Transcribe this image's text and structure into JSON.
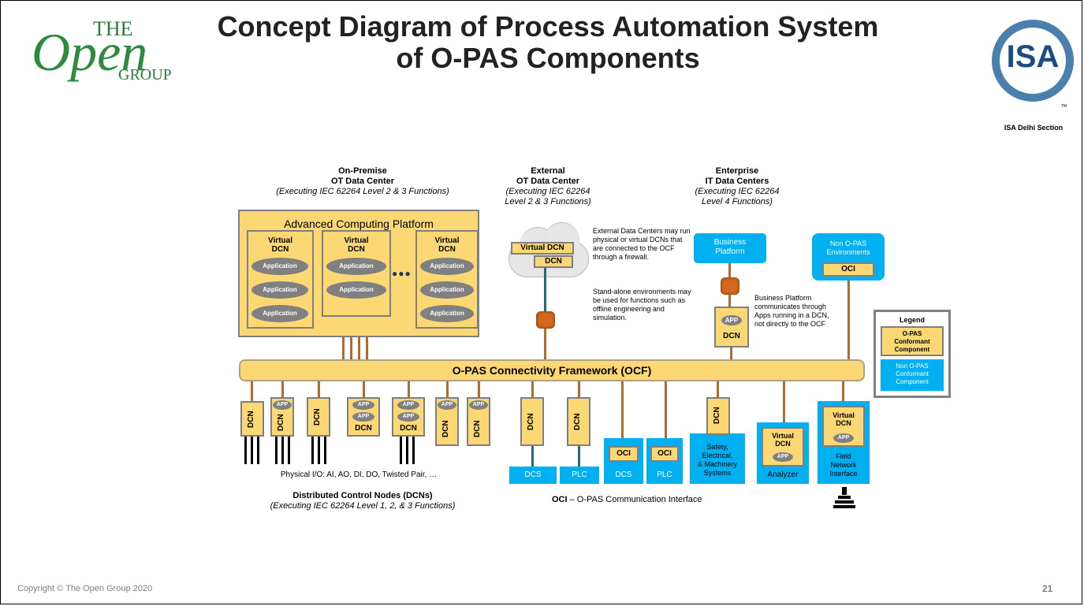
{
  "logo_left": {
    "the": "THE",
    "open": "Open",
    "group": "GROUP"
  },
  "logo_right": {
    "text": "ISA",
    "caption": "ISA Delhi Section",
    "tm": "TM"
  },
  "title": {
    "line1": "Concept Diagram of Process Automation System",
    "line2": "of O-PAS Components"
  },
  "headers": {
    "onprem": {
      "l1": "On-Premise",
      "l2": "OT Data Center",
      "l3": "(Executing IEC 62264 Level 2 & 3 Functions)"
    },
    "external": {
      "l1": "External",
      "l2": "OT Data Center",
      "l3": "(Executing IEC 62264",
      "l4": "Level 2 & 3 Functions)"
    },
    "enterprise": {
      "l1": "Enterprise",
      "l2": "IT Data Centers",
      "l3": "(Executing IEC 62264",
      "l4": "Level 4 Functions)"
    }
  },
  "platform": {
    "title": "Advanced Computing Platform",
    "vdcn1": "Virtual",
    "vdcn2": "DCN",
    "app": "Application",
    "dots": "●●●"
  },
  "cloud": {
    "virtual_dcn": "Virtual DCN",
    "dcn": "DCN"
  },
  "notes": {
    "external": "External Data Centers may run physical or virtual DCNs that are connected to the OCF through a firewall.",
    "standalone": "Stand-alone environments may be used for functions such as offline engineering and simulation.",
    "business": "Business Platform communicates through Apps running in a DCN, not directly to the OCF"
  },
  "business_platform": {
    "l1": "Business",
    "l2": "Platform"
  },
  "non_opas_env": {
    "l1": "Non O-PAS",
    "l2": "Environments",
    "oci": "OCI"
  },
  "enterprise_dcn": {
    "app": "APP",
    "dcn": "DCN"
  },
  "legend": {
    "title": "Legend",
    "yellow1": "O-PAS",
    "yellow2": "Conformant",
    "yellow3": "Component",
    "blue1": "Non O-PAS",
    "blue2": "Conformant",
    "blue3": "Component"
  },
  "ocf": "O-PAS Connectivity Framework (OCF)",
  "bottom": {
    "dcn": "DCN",
    "app": "APP",
    "oci": "OCI",
    "dcs": "DCS",
    "plc": "PLC",
    "safety1": "Safety,",
    "safety2": "Electrical,",
    "safety3": "& Machinery",
    "safety4": "Systems",
    "virtual": "Virtual",
    "analyzer": "Analyzer",
    "field1": "Field",
    "field2": "Network",
    "field3": "Interface",
    "physical_io": "Physical I/O: AI, AO, DI, DO, Twisted Pair, …",
    "dcn_title": "Distributed Control Nodes (DCNs)",
    "dcn_sub": "(Executing IEC 62264 Level 1, 2, & 3 Functions)",
    "oci_bold": "OCI",
    "oci_def": "– O-PAS Communication Interface"
  },
  "footer": {
    "copyright": "Copyright © The Open Group 2020",
    "page": "21"
  },
  "colors": {
    "yellow": "#fbd874",
    "blue": "#00b0f0",
    "gray": "#808080",
    "line": "#b26a2f"
  }
}
